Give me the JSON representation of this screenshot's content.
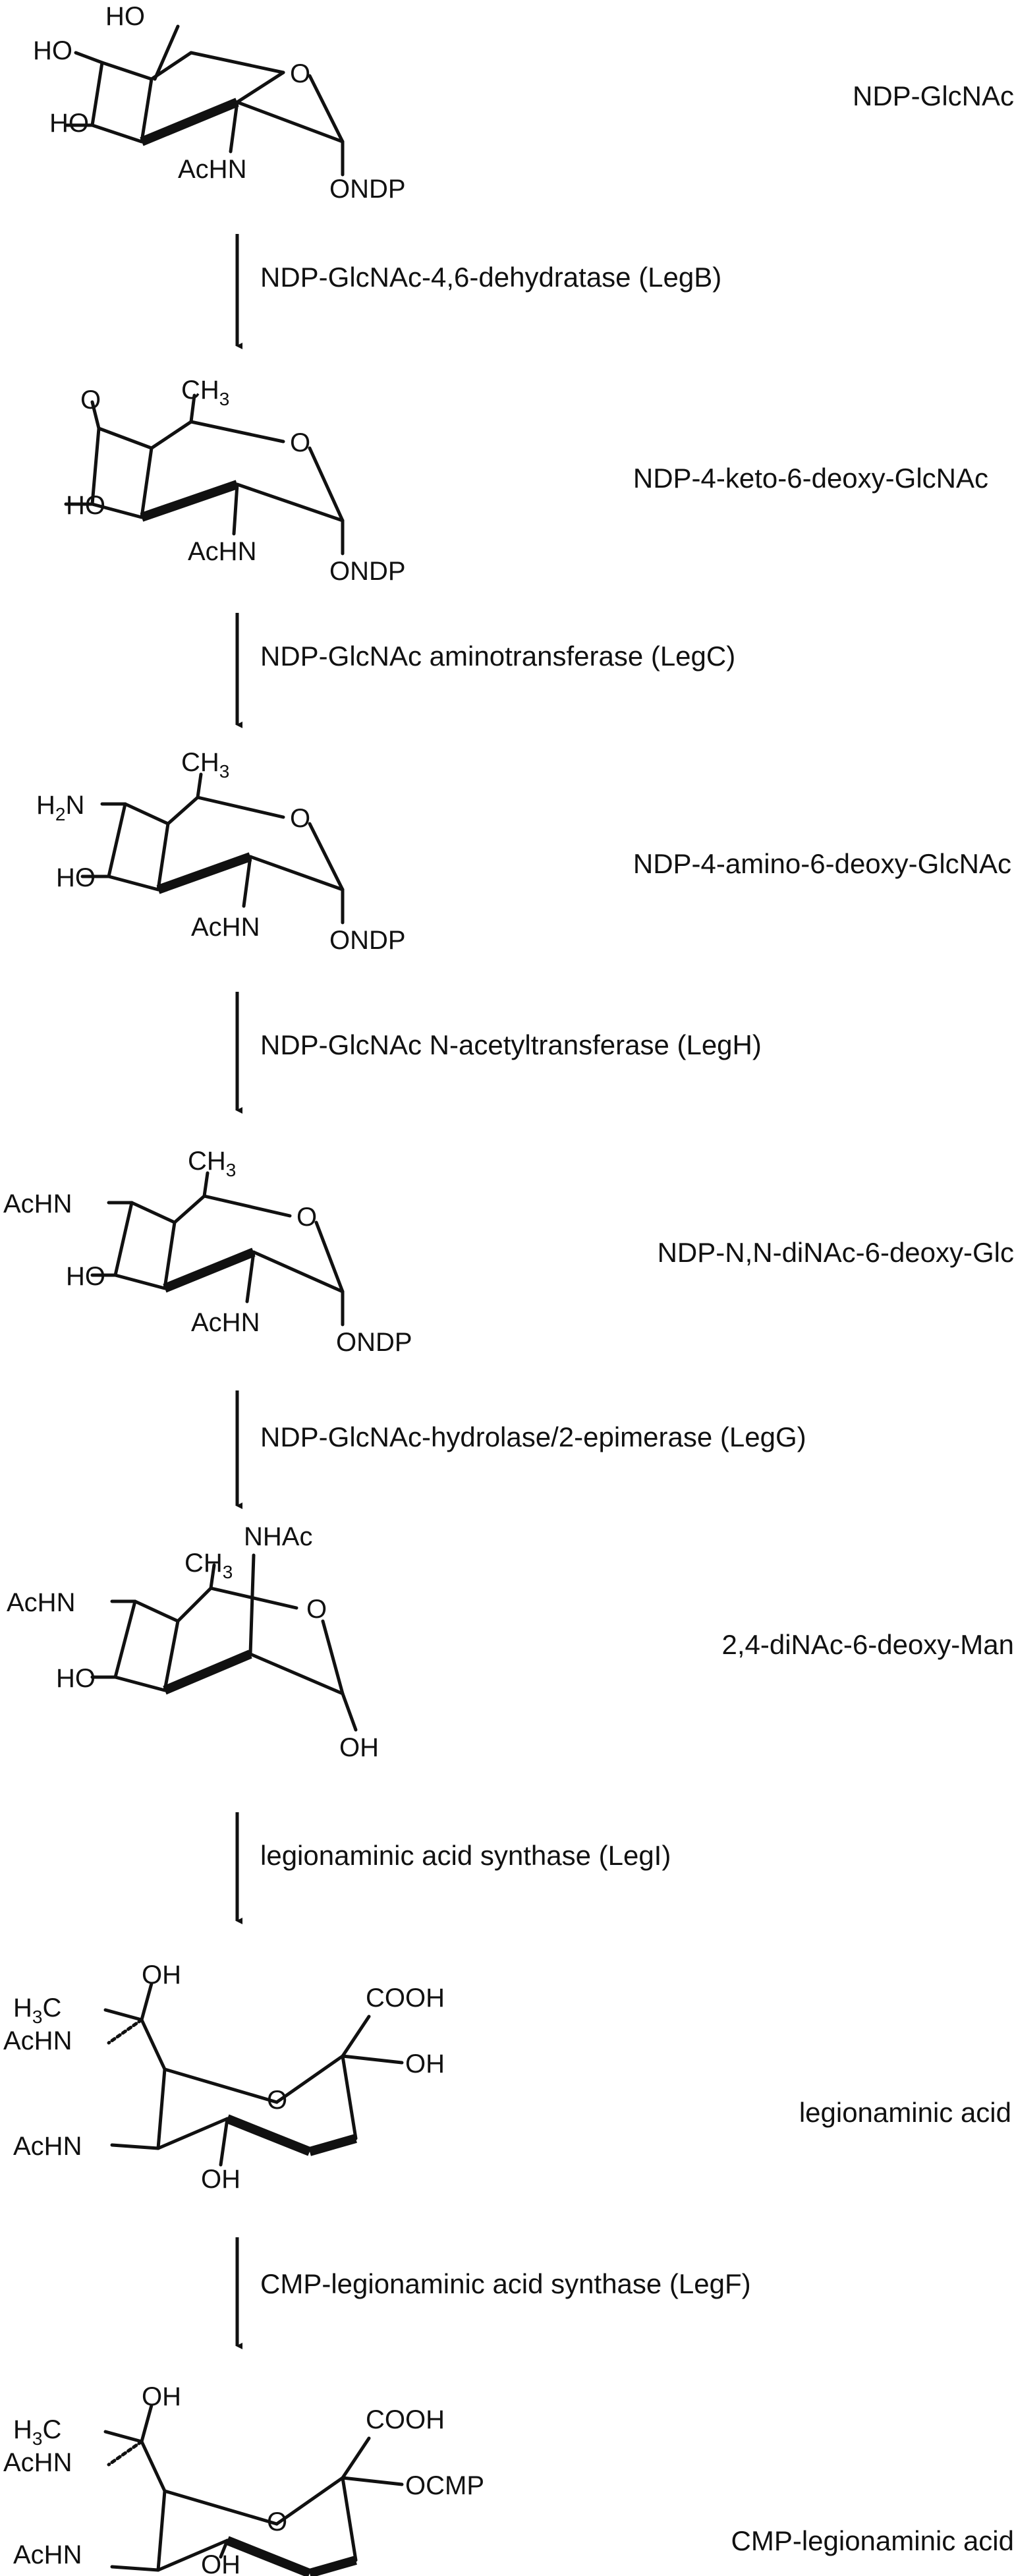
{
  "pathway": {
    "compounds": [
      {
        "name": "NDP-GlcNAc",
        "atoms": {
          "c6_oh": "HO",
          "c4_sub": "HO",
          "c3_sub": "HO",
          "c2_sub": "AcHN",
          "c1_sub": "ONDP",
          "ring_o": "O"
        }
      },
      {
        "name": "NDP-4-keto-6-deoxy-GlcNAc",
        "atoms": {
          "methyl": "CH",
          "methyl_sub": "3",
          "c4_sub": "O",
          "c3_sub": "HO",
          "c2_sub": "AcHN",
          "c1_sub": "ONDP",
          "ring_o": "O"
        }
      },
      {
        "name": "NDP-4-amino-6-deoxy-GlcNAc",
        "atoms": {
          "methyl": "CH",
          "methyl_sub": "3",
          "c4_sub": "H",
          "c4_sub2": "2",
          "c4_sub3": "N",
          "c3_sub": "HO",
          "c2_sub": "AcHN",
          "c1_sub": "ONDP",
          "ring_o": "O"
        }
      },
      {
        "name": "NDP-N,N-diNAc-6-deoxy-Glc",
        "atoms": {
          "methyl": "CH",
          "methyl_sub": "3",
          "c4_sub": "AcHN",
          "c3_sub": "HO",
          "c2_sub": "AcHN",
          "c1_sub": "ONDP",
          "ring_o": "O"
        }
      },
      {
        "name": "2,4-diNAc-6-deoxy-Man",
        "atoms": {
          "methyl": "CH",
          "methyl_sub": "3",
          "c2_sub": "NHAc",
          "c4_sub": "AcHN",
          "c3_sub": "HO",
          "c1_sub": "OH",
          "ring_o": "O"
        }
      },
      {
        "name": "legionaminic acid",
        "atoms": {
          "side_oh": "OH",
          "side_me": "H",
          "side_me_sub": "3",
          "side_me2": "C",
          "side_nh": "AcHN",
          "c5_sub": "AcHN",
          "c4_sub": "OH",
          "c1_sub": "COOH",
          "c2_sub": "OH",
          "ring_o": "O"
        }
      },
      {
        "name": "CMP-legionaminic acid",
        "atoms": {
          "side_oh": "OH",
          "side_me": "H",
          "side_me_sub": "3",
          "side_me2": "C",
          "side_nh": "AcHN",
          "c5_sub": "AcHN",
          "c4_sub": "OH",
          "c1_sub": "COOH",
          "c2_sub": "OCMP",
          "ring_o": "O"
        }
      }
    ],
    "enzymes": [
      "NDP-GlcNAc-4,6-dehydratase (LegB)",
      "NDP-GlcNAc aminotransferase (LegC)",
      "NDP-GlcNAc N-acetyltransferase (LegH)",
      "NDP-GlcNAc-hydrolase/2-epimerase (LegG)",
      "legionaminic acid synthase (LegI)",
      "CMP-legionaminic acid synthase (LegF)"
    ]
  }
}
